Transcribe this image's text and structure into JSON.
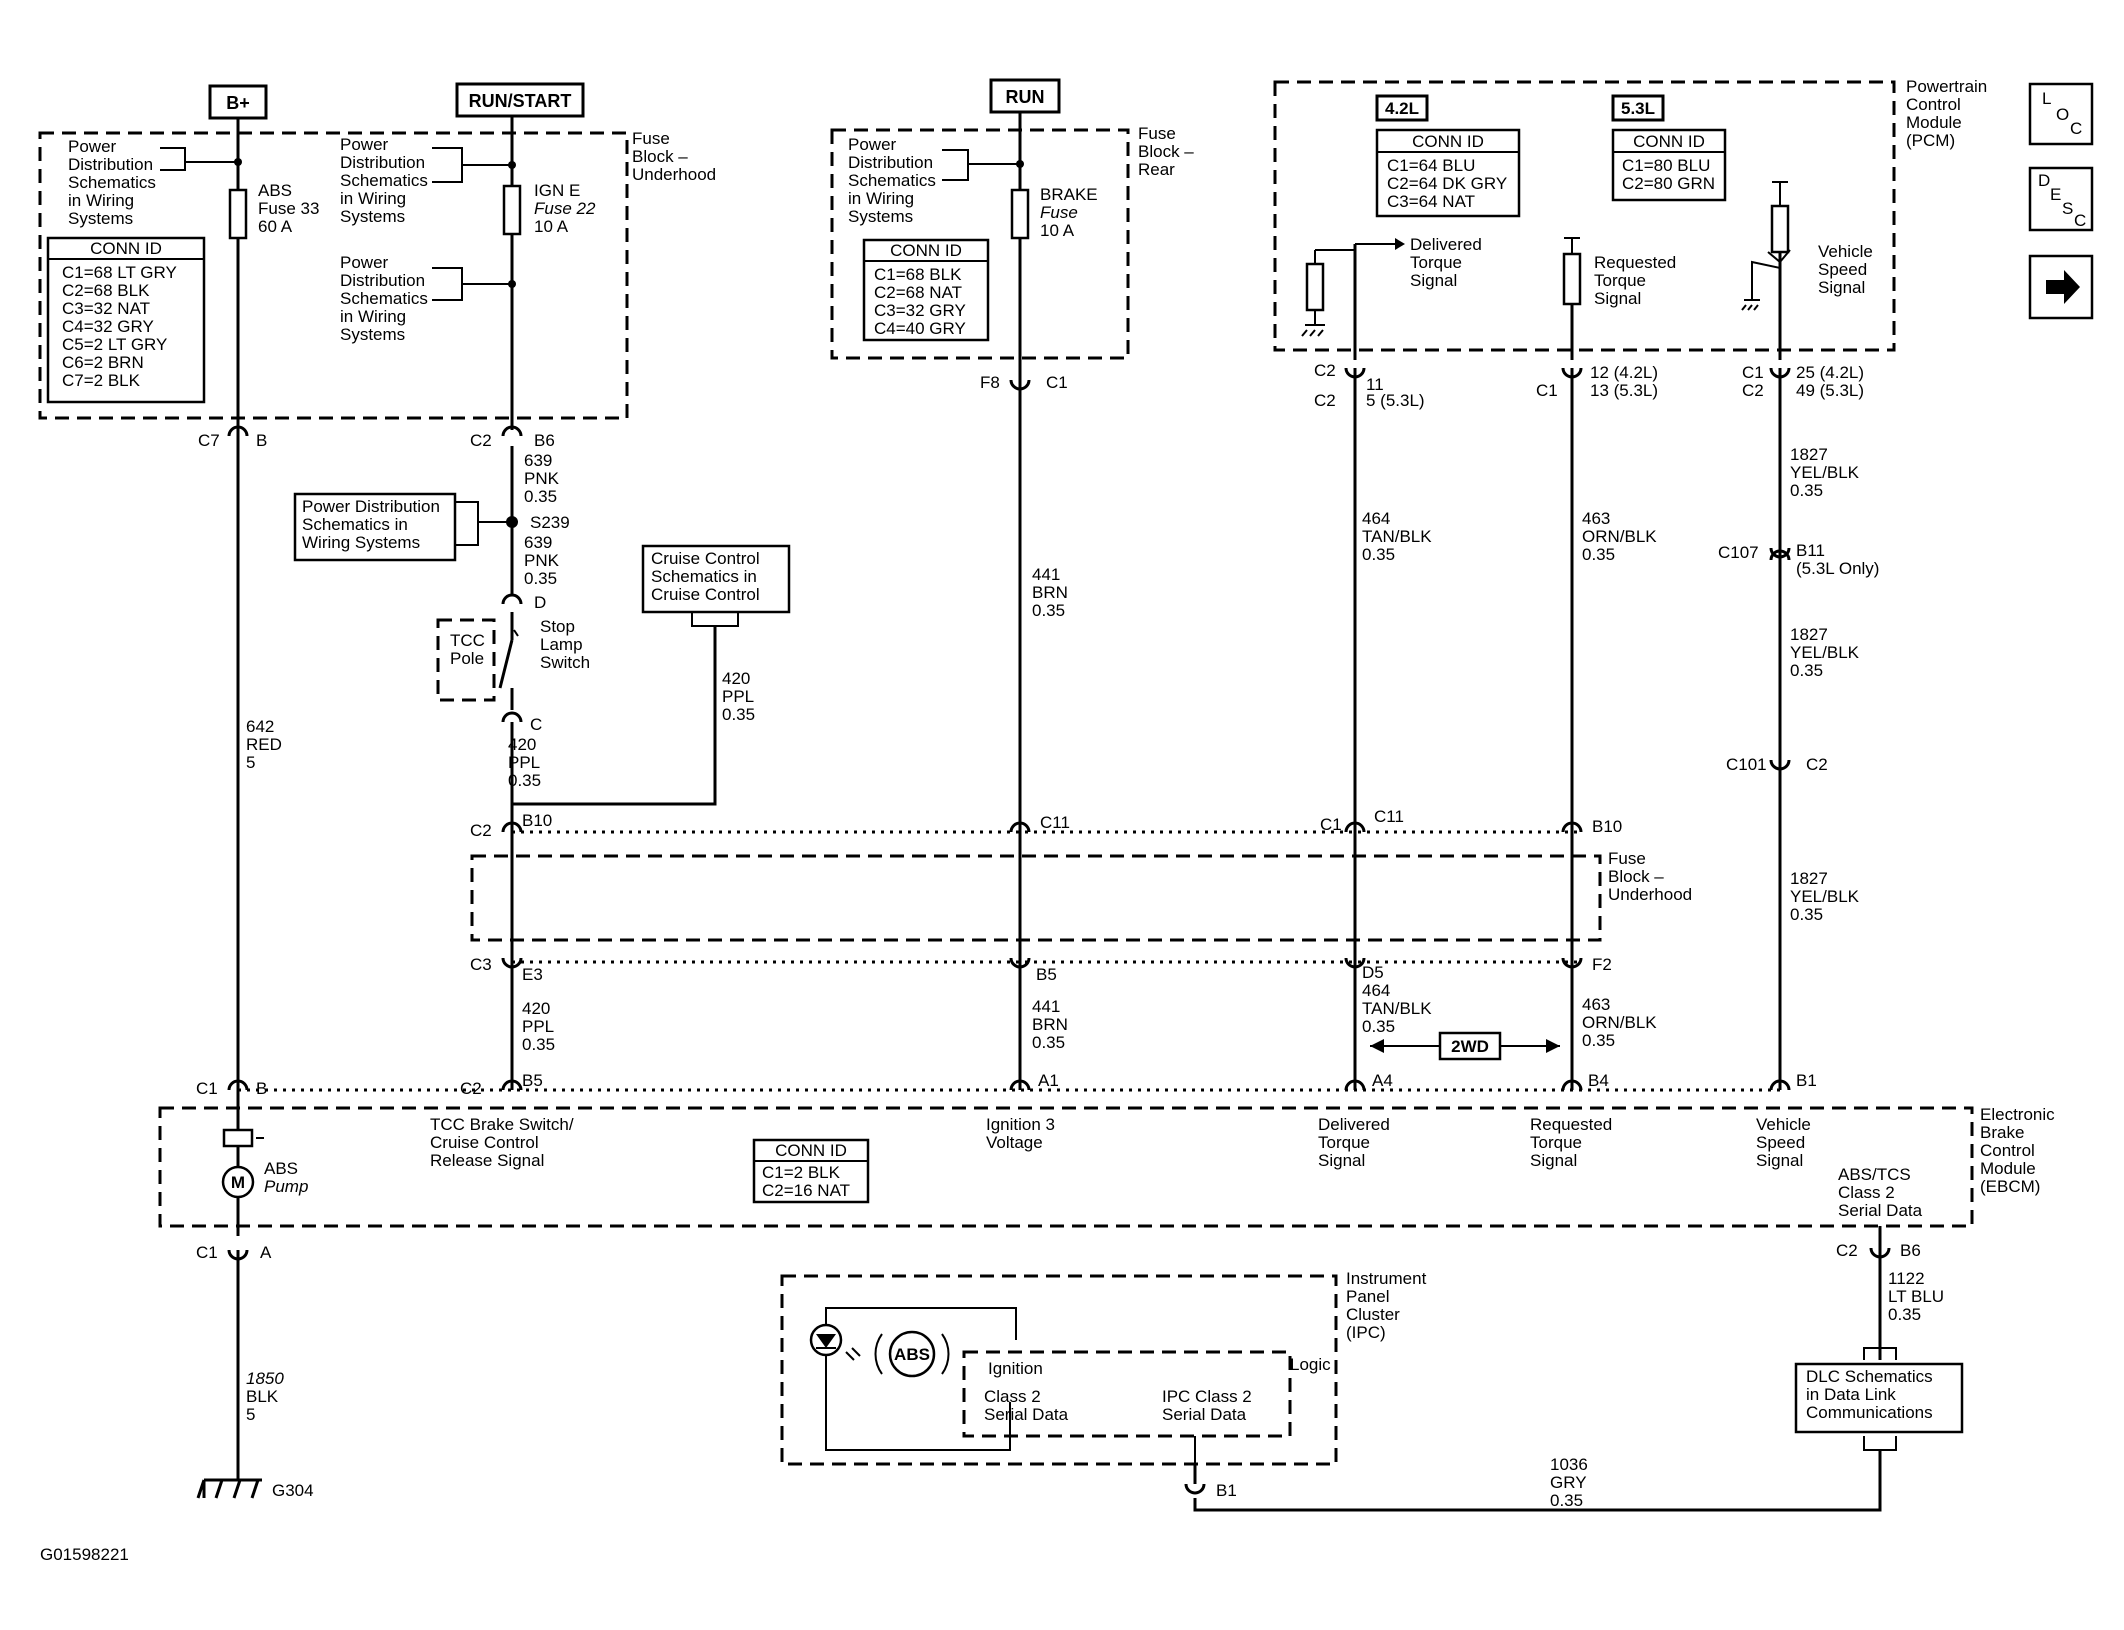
{
  "headers": {
    "b_plus": "B+",
    "run_start": "RUN/START",
    "run": "RUN",
    "l4_2": "4.2L",
    "l5_3": "5.3L"
  },
  "fuse_block_underhood": {
    "label": [
      "Fuse",
      "Block –",
      "Underhood"
    ],
    "pd_schematics": [
      "Power",
      "Distribution",
      "Schematics",
      "in Wiring",
      "Systems"
    ],
    "abs_fuse": [
      "ABS",
      "Fuse 33",
      "60 A"
    ],
    "ign_fuse": [
      "IGN E",
      "Fuse 22",
      "10 A"
    ],
    "conn_title": "CONN ID",
    "conn_rows": [
      "C1=68 LT GRY",
      "C2=68 BLK",
      "C3=32 NAT",
      "C4=32 GRY",
      "C5=2 LT GRY",
      "C6=2 BRN",
      "C7=2 BLK"
    ]
  },
  "fuse_block_rear": {
    "label": [
      "Fuse",
      "Block –",
      "Rear"
    ],
    "pd_schematics": [
      "Power",
      "Distribution",
      "Schematics",
      "in Wiring",
      "Systems"
    ],
    "brake_fuse": [
      "BRAKE",
      "Fuse",
      "10 A"
    ],
    "conn_title": "CONN ID",
    "conn_rows": [
      "C1=68 BLK",
      "C2=68 NAT",
      "C3=32 GRY",
      "C4=40 GRY"
    ]
  },
  "pcm": {
    "label": [
      "Powertrain",
      "Control",
      "Module",
      "(PCM)"
    ],
    "conn_title": "CONN ID",
    "conn_42": [
      "C1=64 BLU",
      "C2=64 DK GRY",
      "C3=64 NAT"
    ],
    "conn_53": [
      "C1=80 BLU",
      "C2=80 GRN"
    ],
    "delivered": [
      "Delivered",
      "Torque",
      "Signal"
    ],
    "requested": [
      "Requested",
      "Torque",
      "Signal"
    ],
    "vehicle_speed": [
      "Vehicle",
      "Speed",
      "Signal"
    ]
  },
  "nav_icons": [
    "loc-icon",
    "desc-icon",
    "arrow-right-icon"
  ],
  "nav": {
    "loc_l": "L",
    "loc_o": "O",
    "loc_c": "C",
    "desc_d": "D",
    "desc_e": "E",
    "desc_s": "S",
    "desc_c": "C"
  },
  "connectors": {
    "c7_b": [
      "C7",
      "B"
    ],
    "c2_b6": [
      "C2",
      "B6"
    ],
    "f8_c1": [
      "F8",
      "C1"
    ],
    "pcm_c2_11": [
      "C2",
      "11",
      "C2",
      "5 (5.3L)"
    ],
    "pcm_c1_12": [
      "C1",
      "12 (4.2L)",
      "13 (5.3L)"
    ],
    "pcm_c1_25": [
      "C1",
      "25 (4.2L)",
      "C2",
      "49 (5.3L)"
    ],
    "s239": "S239",
    "d": "D",
    "c": "C",
    "c107": [
      "C107",
      "B11",
      "(5.3L Only)"
    ],
    "c101": [
      "C101",
      "C2"
    ],
    "c2_b10": [
      "C2",
      "B10"
    ],
    "c11": "C11",
    "c1_c11": [
      "C1",
      "C11"
    ],
    "b10": "B10",
    "c3_e3": [
      "C3",
      "E3"
    ],
    "b5": "B5",
    "d5": "D5",
    "f2": "F2",
    "c1_b": [
      "C1",
      "B"
    ],
    "c2_b5": [
      "C2",
      "B5"
    ],
    "a1": "A1",
    "a4": "A4",
    "b4": "B4",
    "b1": "B1",
    "c1_a": [
      "C1",
      "A"
    ],
    "c2_b6_ebcm": [
      "C2",
      "B6"
    ],
    "b1_ipc": "B1"
  },
  "wires": {
    "w639a": [
      "639",
      "PNK",
      "0.35"
    ],
    "w639b": [
      "639",
      "PNK",
      "0.35"
    ],
    "w642": [
      "642",
      "RED",
      "5"
    ],
    "w420a": [
      "420",
      "PPL",
      "0.35"
    ],
    "w420b": [
      "420",
      "PPL",
      "0.35"
    ],
    "w420c": [
      "420",
      "PPL",
      "0.35"
    ],
    "w441a": [
      "441",
      "BRN",
      "0.35"
    ],
    "w441b": [
      "441",
      "BRN",
      "0.35"
    ],
    "w464a": [
      "464",
      "TAN/BLK",
      "0.35"
    ],
    "w464b": [
      "464",
      "TAN/BLK",
      "0.35"
    ],
    "w463a": [
      "463",
      "ORN/BLK",
      "0.35"
    ],
    "w463b": [
      "463",
      "ORN/BLK",
      "0.35"
    ],
    "w1827a": [
      "1827",
      "YEL/BLK",
      "0.35"
    ],
    "w1827b": [
      "1827",
      "YEL/BLK",
      "0.35"
    ],
    "w1827c": [
      "1827",
      "YEL/BLK",
      "0.35"
    ],
    "w1850": [
      "1850",
      "BLK",
      "5"
    ],
    "w1122": [
      "1122",
      "LT BLU",
      "0.35"
    ],
    "w1036": [
      "1036",
      "GRY",
      "0.35"
    ]
  },
  "pd_box": [
    "Power Distribution",
    "Schematics in",
    "Wiring Systems"
  ],
  "cruise_box": [
    "Cruise Control",
    "Schematics in",
    "Cruise Control"
  ],
  "stop_lamp": [
    "Stop",
    "Lamp",
    "Switch"
  ],
  "tcc_pole": [
    "TCC",
    "Pole"
  ],
  "fuse_block_underhood_mid": [
    "Fuse",
    "Block –",
    "Underhood"
  ],
  "two_wd": "2WD",
  "ebcm": {
    "label": [
      "Electronic",
      "Brake",
      "Control",
      "Module",
      "(EBCM)"
    ],
    "abs_pump": [
      "ABS",
      "Pump"
    ],
    "m": "M",
    "tcc_signal": [
      "TCC Brake Switch/",
      "Cruise Control",
      "Release Signal"
    ],
    "conn_title": "CONN ID",
    "conn_rows": [
      "C1=2 BLK",
      "C2=16 NAT"
    ],
    "ign3": [
      "Ignition 3",
      "Voltage"
    ],
    "delivered": [
      "Delivered",
      "Torque",
      "Signal"
    ],
    "requested": [
      "Requested",
      "Torque",
      "Signal"
    ],
    "vehicle_speed": [
      "Vehicle",
      "Speed",
      "Signal"
    ],
    "abs_tcs": [
      "ABS/TCS",
      "Class 2",
      "Serial Data"
    ]
  },
  "ipc": {
    "label": [
      "Instrument",
      "Panel",
      "Cluster",
      "(IPC)"
    ],
    "abs": "ABS",
    "ignition": "Ignition",
    "logic": "Logic",
    "class2": [
      "Class 2",
      "Serial Data"
    ],
    "ipc_class2": [
      "IPC Class 2",
      "Serial Data"
    ]
  },
  "dlc_box": [
    "DLC Schematics",
    "in Data Link",
    "Communications"
  ],
  "ground": "G304",
  "figure_id": "G01598221"
}
